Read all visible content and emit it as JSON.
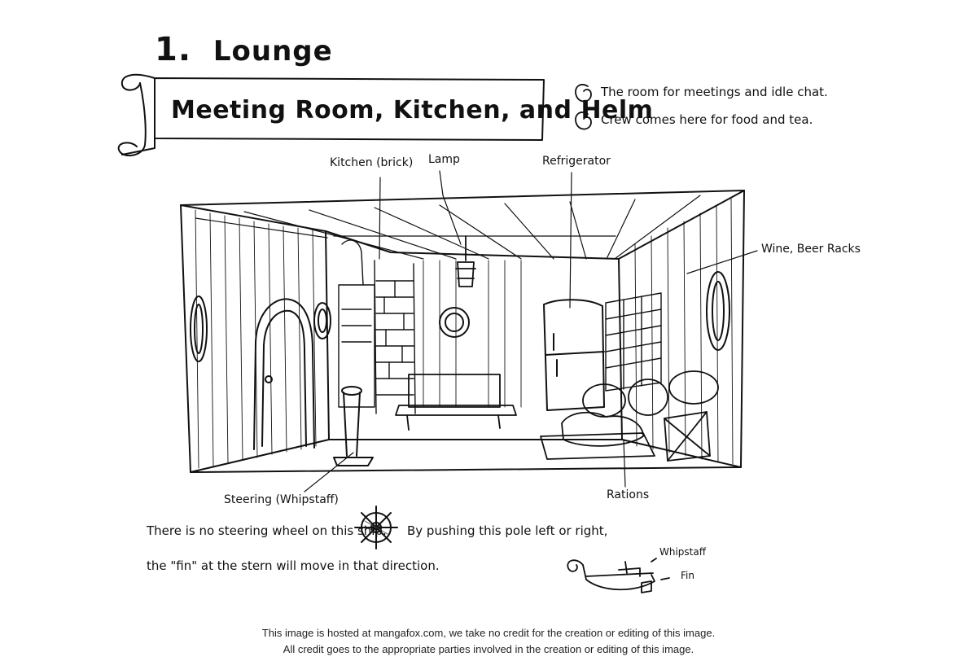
{
  "heading": {
    "number": "1.",
    "title": "Lounge"
  },
  "banner": {
    "text": "Meeting Room, Kitchen, and Helm"
  },
  "bullets": [
    "The room for meetings and idle chat.",
    "Crew comes here for food and tea."
  ],
  "bullet_icon": "spiral-icon",
  "labels": {
    "kitchen": "Kitchen (brick)",
    "lamp": "Lamp",
    "refrigerator": "Refrigerator",
    "wine_racks": "Wine, Beer Racks",
    "steering": "Steering (Whipstaff)",
    "rations": "Rations"
  },
  "notes": {
    "line1": "There is no steering wheel on this ship.",
    "line2": "By pushing this pole left or right,",
    "line3": "the \"fin\" at the stern will move in that direction."
  },
  "ship_labels": {
    "whipstaff": "Whipstaff",
    "fin": "Fin"
  },
  "footer": {
    "line1": "This image is hosted at mangafox.com, we take no credit for the creation or editing of this image.",
    "line2": "All credit goes to the appropriate parties involved in the creation or editing of this image."
  }
}
